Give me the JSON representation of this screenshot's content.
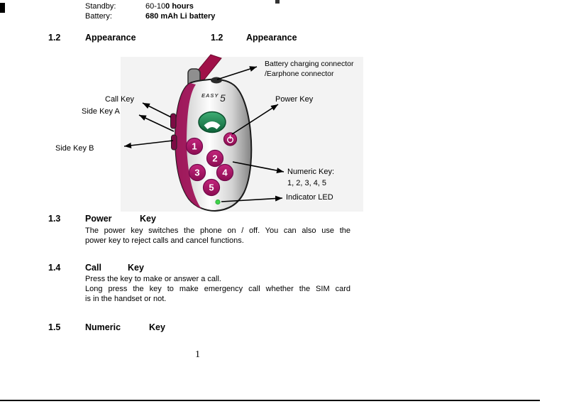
{
  "specs": {
    "standby": {
      "label": "Standby:",
      "value_normal": "60-10",
      "value_bold": "0 hours"
    },
    "battery": {
      "label": "Battery:",
      "value_bold": "680 mAh Li battery"
    }
  },
  "sections": {
    "appearance_left": {
      "number": "1.2",
      "title": "Appearance"
    },
    "appearance_right": {
      "number": "1.2",
      "title": "Appearance"
    },
    "power": {
      "number": "1.3",
      "title_word1": "Power",
      "title_word2": "Key",
      "line1": "The power key switches the phone on / off. You can also use the",
      "line2": "power key to reject calls and cancel functions."
    },
    "call": {
      "number": "1.4",
      "title_word1": "Call",
      "title_word2": "Key",
      "line1": "Press the key to make or answer a call.",
      "line2": "Long press the key to make emergency call whether the SIM card",
      "line3": "is in the handset or not."
    },
    "numeric": {
      "number": "1.5",
      "title_word1": "Numeric",
      "title_word2": "Key"
    }
  },
  "diagram": {
    "labels": {
      "battery_line1": "Battery charging connector",
      "battery_line2": "/Earphone connector",
      "call_key": "Call Key",
      "side_key_a": "Side Key A",
      "side_key_b": "Side Key B",
      "power_key": "Power Key",
      "numeric_line1": "Numeric Key:",
      "numeric_line2": "1, 2, 3, 4, 5",
      "indicator_led": "Indicator LED"
    },
    "phone": {
      "brand": "EASY",
      "brand_number": "5",
      "keys": [
        "1",
        "2",
        "3",
        "4",
        "5"
      ]
    },
    "icons": {
      "call_key": "phone-handset-icon",
      "power_key": "power-symbol-icon"
    },
    "colors": {
      "magenta": "#9e1257",
      "key_magenta_light": "#c2257c",
      "key_magenta_dark": "#8c0d52",
      "call_green": "#1e8a52",
      "led_green": "#3fd34a"
    }
  },
  "footer": {
    "page_number": "1"
  }
}
